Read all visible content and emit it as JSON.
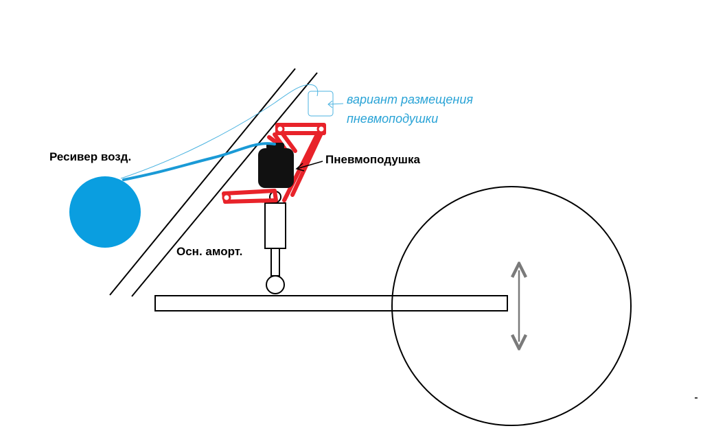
{
  "labels": {
    "receiver": "Ресивер возд.",
    "air_spring": "Пневмоподушка",
    "main_shock": "Осн. аморт.",
    "variant_line1": "вариант размещения",
    "variant_line2": "пневмоподушки"
  },
  "colors": {
    "receiver": "#0a9ee0",
    "hose": "#1a9ad6",
    "linkage": "#e8232a",
    "air_spring": "#111111",
    "variant": "#29a3d6",
    "arrow": "#7a7a7a",
    "outline": "#000000"
  }
}
